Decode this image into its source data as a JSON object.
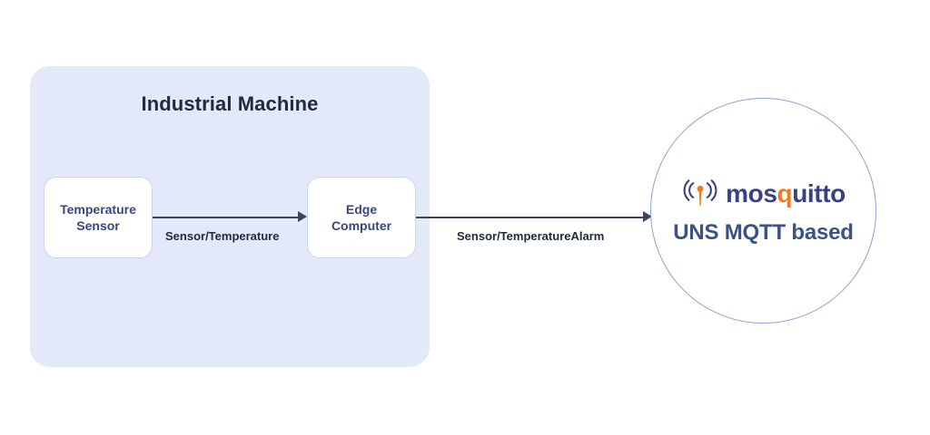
{
  "diagram": {
    "machine_group": {
      "title": "Industrial Machine",
      "fill_color": "#e4e9fa",
      "nodes": [
        {
          "name": "temperature-sensor",
          "label_line1": "Temperature",
          "label_line2": "Sensor"
        },
        {
          "name": "edge-computer",
          "label_line1": "Edge",
          "label_line2": "Computer"
        }
      ]
    },
    "connectors": [
      {
        "name": "sensor-to-edge",
        "label": "Sensor/Temperature"
      },
      {
        "name": "edge-to-broker",
        "label": "Sensor/TemperatureAlarm"
      }
    ],
    "broker": {
      "logo_icon": "mqtt-broadcast-icon",
      "wordmark_prefix": "mos",
      "wordmark_q": "q",
      "wordmark_suffix": "uitto",
      "tagline": "UNS MQTT based",
      "brand_navy": "#37427e",
      "brand_orange": "#f07c22",
      "circle_border_color": "#8fa0d2"
    }
  }
}
